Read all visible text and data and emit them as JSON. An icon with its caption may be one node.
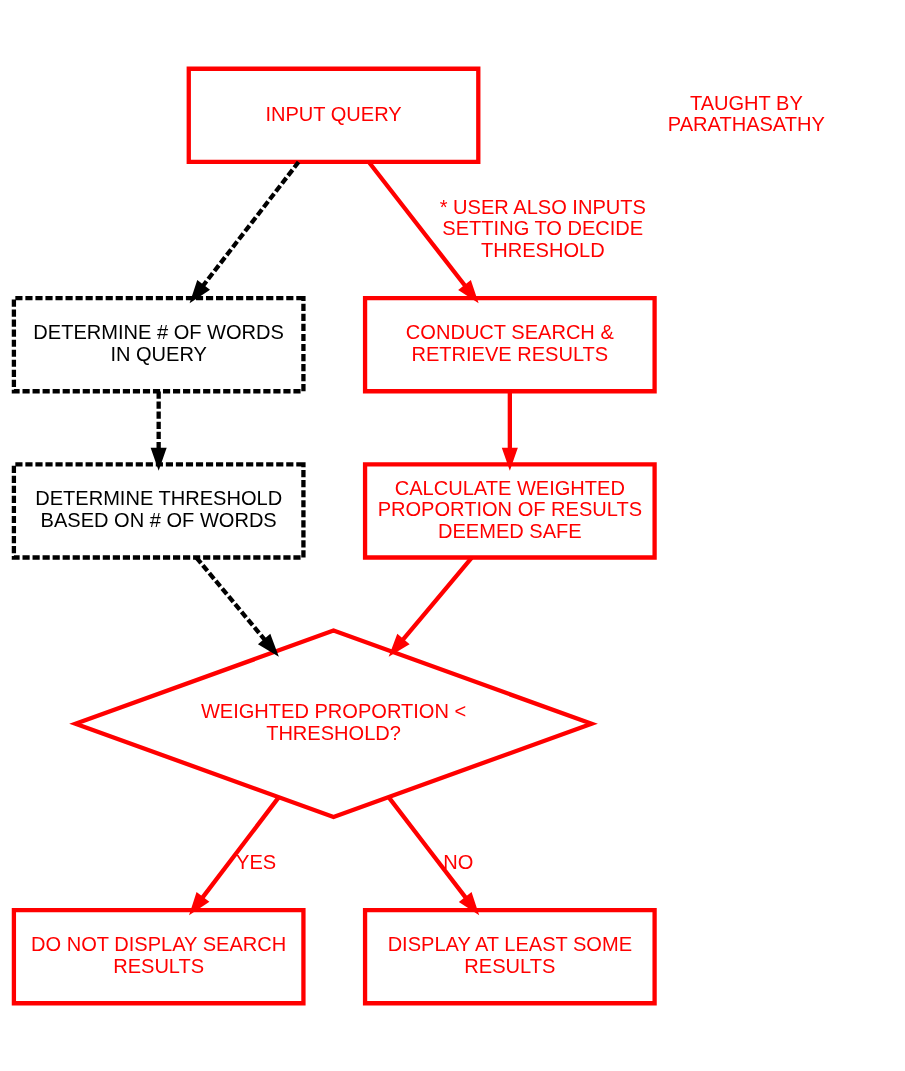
{
  "diagram": {
    "nodes": [
      {
        "text": [
          "INPUT QUERY"
        ]
      },
      {
        "text": [
          "DETERMINE # OF WORDS IN QUERY"
        ]
      },
      {
        "text": [
          "CONDUCT SEARCH & RETRIEVE RESULTS"
        ]
      },
      {
        "text": [
          "DETERMINE THRESHOLD BASED ON # OF WORDS"
        ]
      },
      {
        "text": [
          "CALCULATE WEIGHTED PROPORTION OF RESULTS DEEMED SAFE"
        ]
      },
      {
        "text": [
          "WEIGHTED PROPORTION < THRESHOLD?"
        ]
      },
      {
        "text": [
          "DO NOT DISPLAY SEARCH RESULTS"
        ]
      },
      {
        "text": [
          "DISPLAY AT LEAST SOME RESULTS"
        ]
      }
    ],
    "edges": [
      {
        "from": 0,
        "to": 1,
        "arrow": "to",
        "style": "dashed",
        "color": "#000000"
      },
      {
        "from": 0,
        "to": 2,
        "arrow": "to",
        "label": "* USER ALSO INPUTS SETTING TO DECIDE THRESHOLD"
      },
      {
        "from": 1,
        "to": 3,
        "arrow": "to",
        "style": "dashed",
        "color": "#000000"
      },
      {
        "from": 2,
        "to": 4,
        "arrow": "to"
      },
      {
        "from": 3,
        "to": 5,
        "arrow": "to",
        "style": "dashed",
        "color": "#000000"
      },
      {
        "from": 4,
        "to": 5,
        "arrow": "to"
      },
      {
        "from": 5,
        "to": 6,
        "arrow": "to",
        "label": "YES"
      },
      {
        "from": 5,
        "to": 7,
        "arrow": "to",
        "label": "NO"
      }
    ],
    "labels": [
      "TAUGHT BY PARATHASATHY"
    ]
  }
}
